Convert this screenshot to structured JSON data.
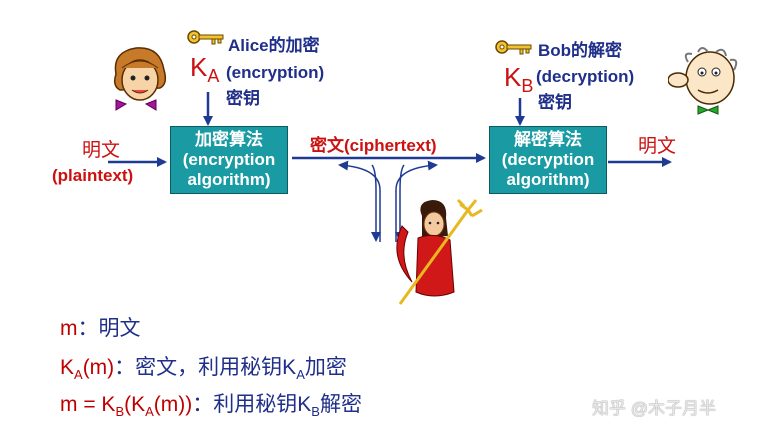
{
  "alice": {
    "title": "Alice的加密",
    "line2": "(encryption)",
    "line3": "密钥",
    "key_letter": "K",
    "key_sub": "A"
  },
  "bob": {
    "title": "Bob的解密",
    "line2": "(decryption)",
    "line3": "密钥",
    "key_letter": "K",
    "key_sub": "B"
  },
  "plaintext_in": {
    "cn": "明文",
    "en": "(plaintext)"
  },
  "encrypt_box": {
    "line1": "加密算法",
    "line2": "(encryption",
    "line3": "algorithm)"
  },
  "ciphertext_label": "密文(ciphertext)",
  "decrypt_box": {
    "line1": "解密算法",
    "line2": "(decryption",
    "line3": "algorithm)"
  },
  "plaintext_out": "明文",
  "notes": {
    "line1_m": "m",
    "line1_rest": "：明文",
    "line2_k": "K",
    "line2_sub": "A",
    "line2_mid": "(m)",
    "line2_cn1": "：密文，利用秘钥",
    "line2_k2": "K",
    "line2_sub2": "A",
    "line2_cn2": "加密",
    "line3_a": "m = K",
    "line3_sub": "B",
    "line3_b": "(K",
    "line3_sub2": "A",
    "line3_c": "(m))",
    "line3_cn1": "：利用秘钥",
    "line3_k": "K",
    "line3_sub3": "B",
    "line3_cn2": "解密"
  },
  "watermark": "知乎 @木子月半",
  "colors": {
    "box": "#1a9aa2",
    "navy": "#1f2f8a",
    "red": "#cc1111",
    "arrow": "#1f3a93"
  },
  "icons": [
    "key-icon",
    "alice-face-icon",
    "bob-face-icon",
    "trudy-devil-icon"
  ]
}
